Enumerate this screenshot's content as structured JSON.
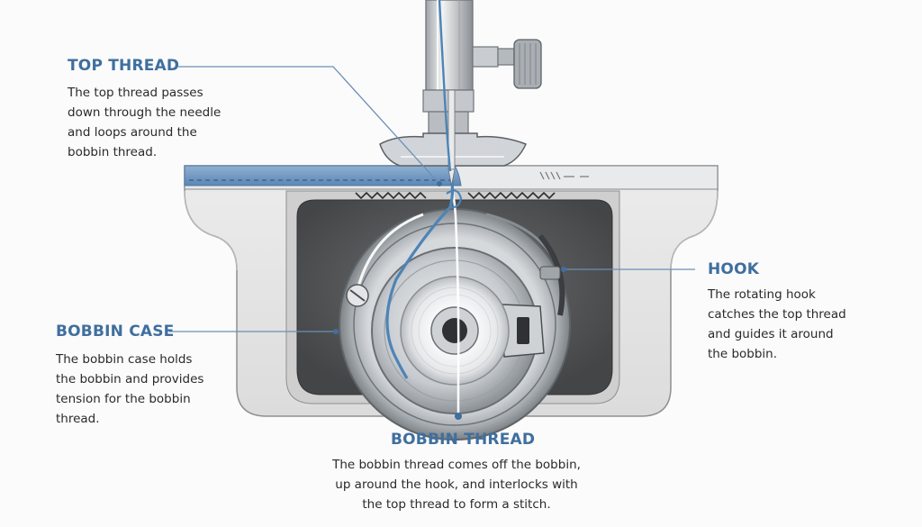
{
  "callouts": {
    "top_thread": {
      "title": "TOP THREAD",
      "lines": [
        "The top thread passes",
        "down through the needle",
        "and loops around the",
        "bobbin thread."
      ]
    },
    "bobbin_case": {
      "title": "BOBBIN CASE",
      "lines": [
        "The bobbin case holds",
        "the bobbin and provides",
        "tension for the bobbin",
        "thread."
      ]
    },
    "hook": {
      "title": "HOOK",
      "lines": [
        "The rotating hook",
        "catches the top thread",
        "and guides it around",
        "the bobbin."
      ]
    },
    "bobbin_thread": {
      "title": "BOBBIN THREAD",
      "lines": [
        "The bobbin thread comes off the bobbin,",
        "up around the hook, and interlocks with",
        "the top thread to form a stitch."
      ]
    }
  },
  "colors": {
    "accent": "#3f6f9e",
    "thread": "#4d84b6",
    "metal": "#b9bec3",
    "housing": "#e6e6e6",
    "cavity": "#58595b",
    "fabric": "#6f95bd"
  }
}
